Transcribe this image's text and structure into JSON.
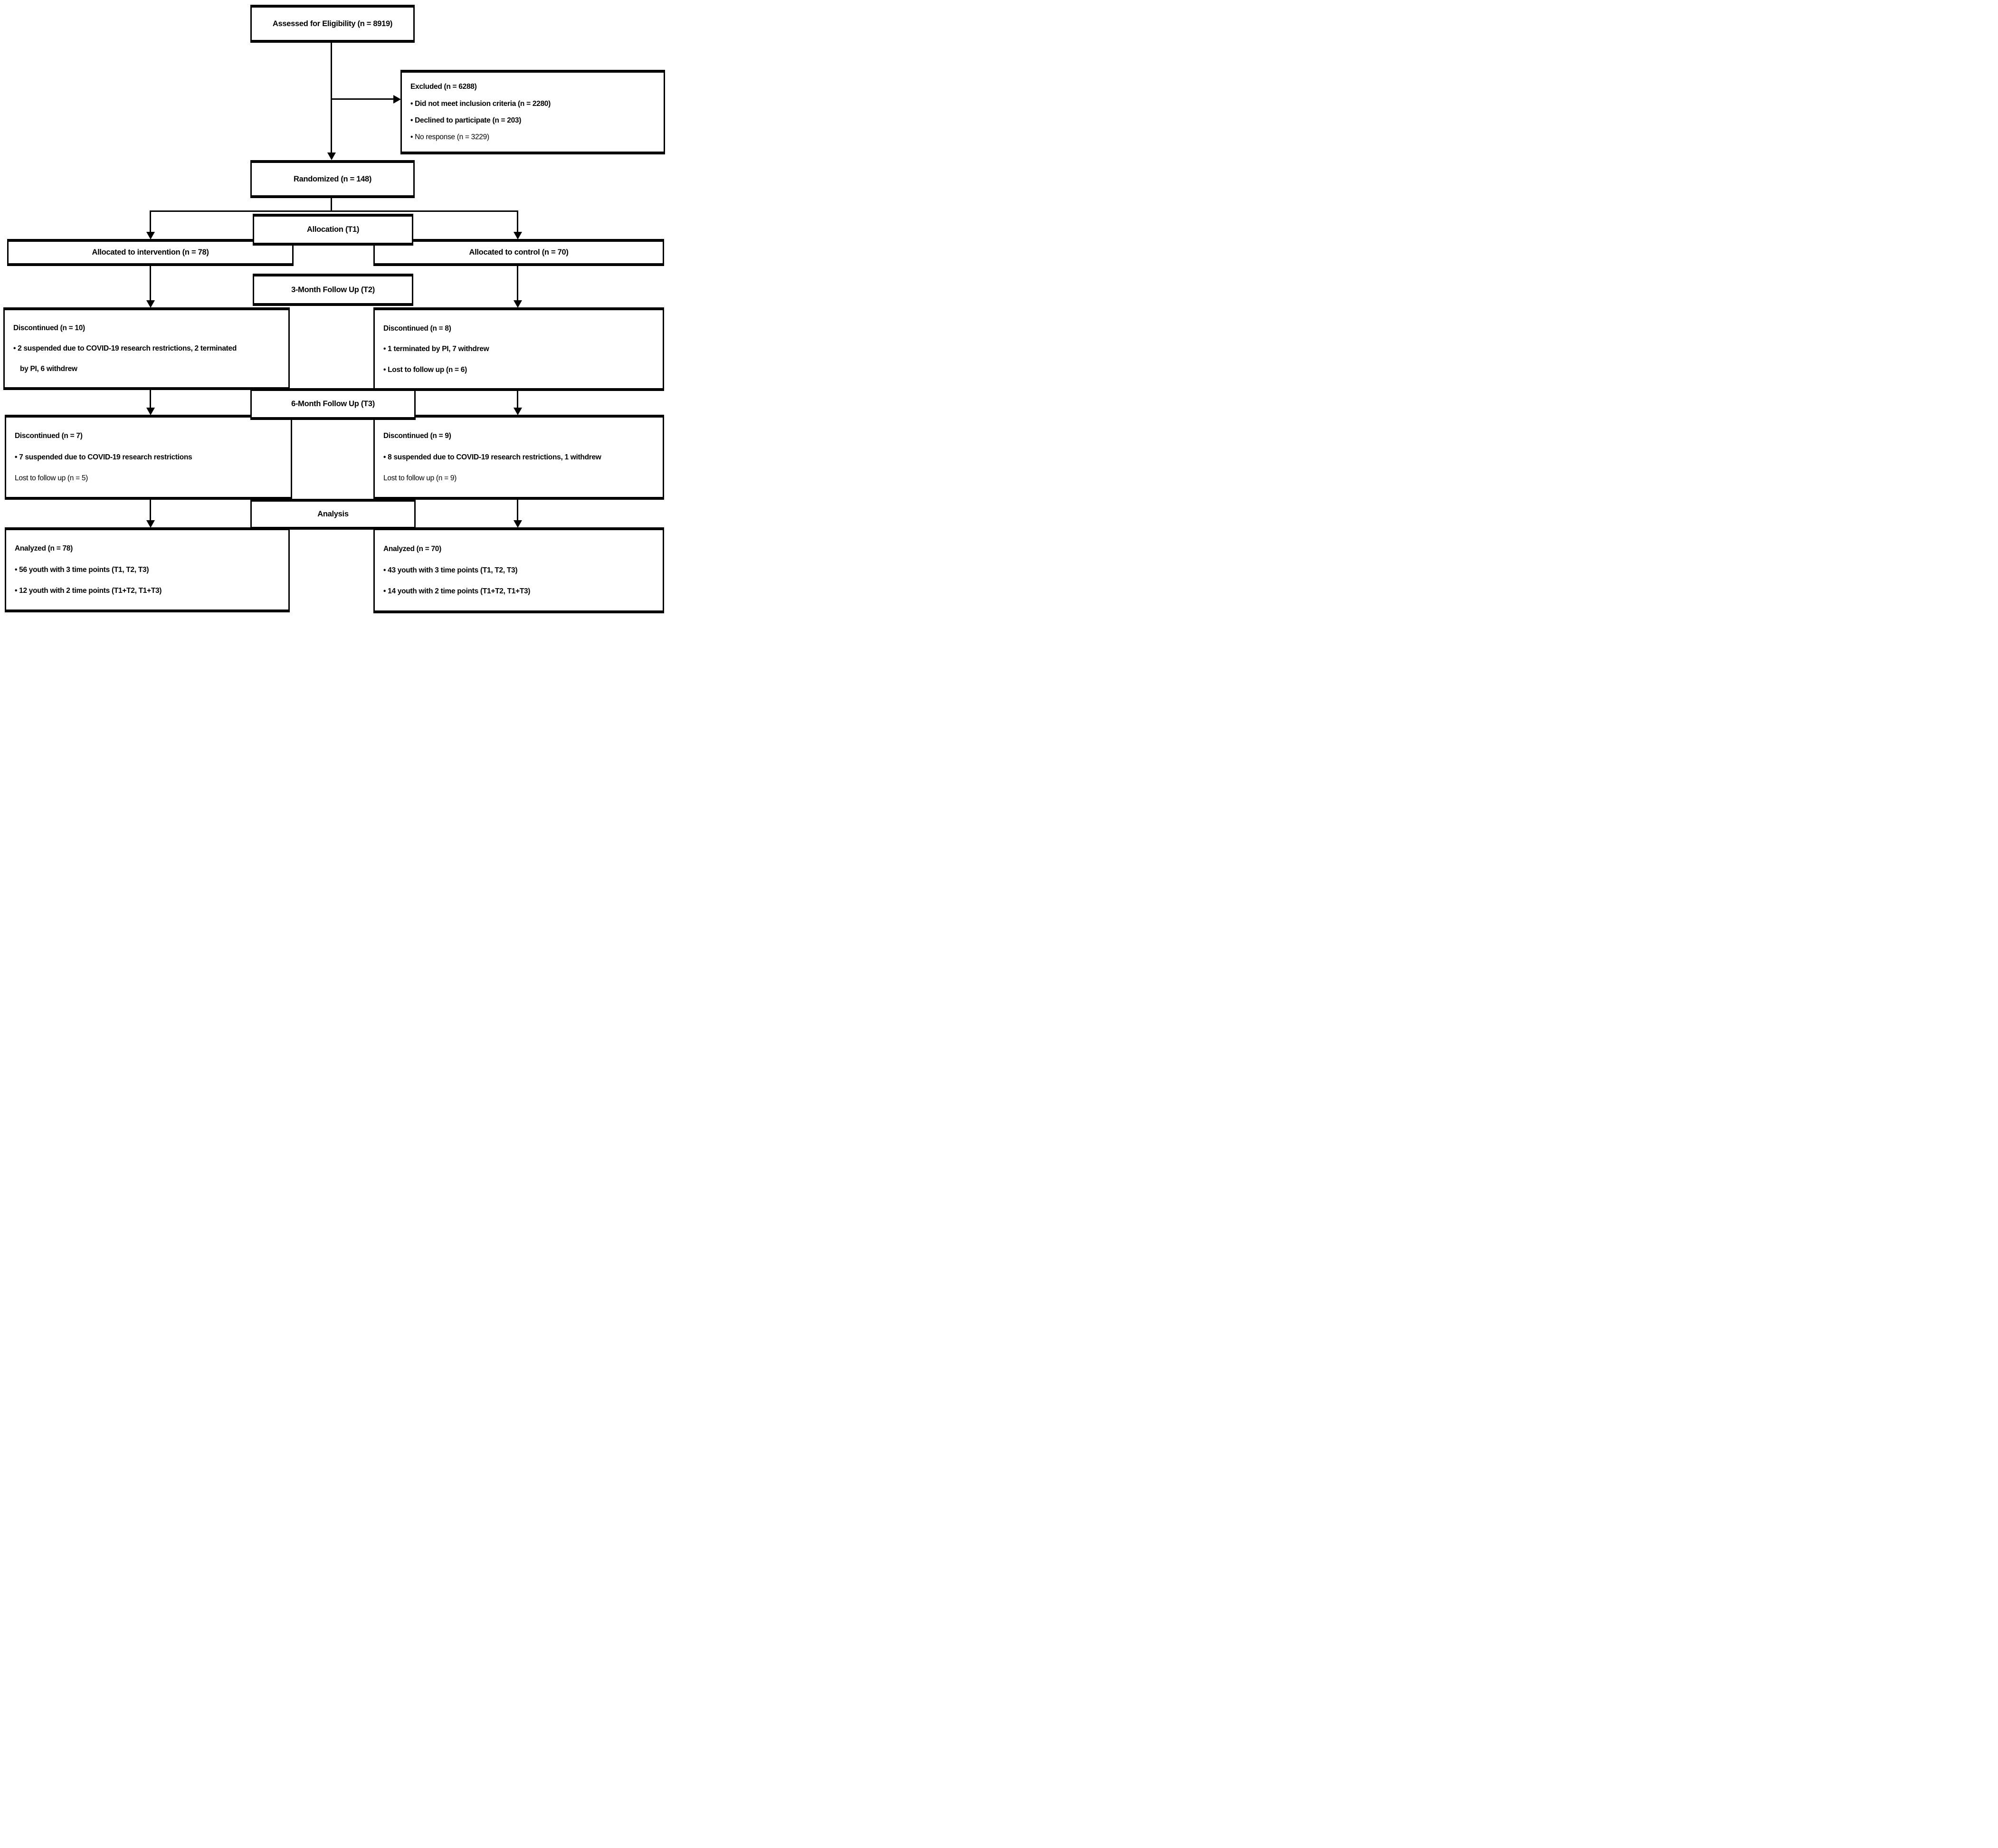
{
  "colors": {
    "line": "#000000",
    "box_background": "#ffffff",
    "page_background": "#ffffff",
    "text": "#000000"
  },
  "boxes": {
    "assessed": {
      "label": "Assessed for Eligibility (n = 8919)"
    },
    "excluded": {
      "title": "Excluded (n = 6288)",
      "bullet1": "• Did not meet inclusion criteria (n = 2280)",
      "bullet2": "• Declined to participate (n = 203)",
      "bullet3": "• No response (n = 3229)"
    },
    "randomized": {
      "label": "Randomized (n = 148)"
    },
    "allocation": {
      "label": "Allocation (T1)"
    },
    "alloc_intervention": {
      "label": "Allocated to intervention (n = 78)"
    },
    "alloc_control": {
      "label": "Allocated to control (n = 70)"
    },
    "followup_t2": {
      "label": "3-Month Follow Up (T2)"
    },
    "disc_intervention_t2": {
      "title": "Discontinued (n = 10)",
      "bullet1": "• 2 suspended due to COVID-19 research restrictions, 2 terminated",
      "bullet1_cont": "by PI, 6 withdrew"
    },
    "disc_control_t2": {
      "title": "Discontinued (n = 8)",
      "bullet1": "• 1 terminated by PI, 7 withdrew",
      "bullet2": "• Lost to follow up (n = 6)"
    },
    "followup_t3": {
      "label": "6-Month Follow Up (T3)"
    },
    "disc_intervention_t3": {
      "title": "Discontinued (n = 7)",
      "bullet1": "• 7 suspended due to COVID-19 research restrictions",
      "note": "Lost to follow up (n = 5)"
    },
    "disc_control_t3": {
      "title": "Discontinued (n = 9)",
      "bullet1": "• 8 suspended due to COVID-19 research restrictions, 1 withdrew",
      "note": "Lost to follow up (n = 9)"
    },
    "analysis": {
      "label": "Analysis"
    },
    "analyzed_intervention": {
      "title": "Analyzed (n = 78)",
      "bullet1": "• 56 youth with 3 time points (T1, T2, T3)",
      "bullet2": "• 12 youth with 2 time points (T1+T2, T1+T3)"
    },
    "analyzed_control": {
      "title": "Analyzed (n = 70)",
      "bullet1": "• 43 youth with 3 time points (T1, T2, T3)",
      "bullet2": "• 14 youth with 2 time points (T1+T2, T1+T3)"
    }
  }
}
